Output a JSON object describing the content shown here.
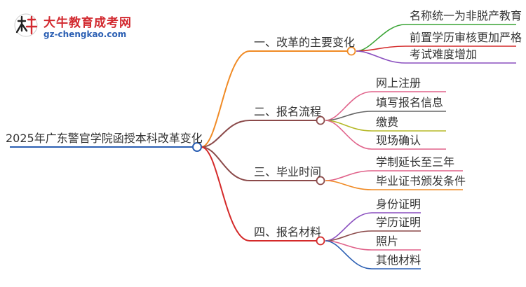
{
  "logo": {
    "title": "大牛教育成考网",
    "url": "gz-chengkao.com"
  },
  "root": {
    "label": "2025年广东警官学院函授本科改革变化"
  },
  "branches": [
    {
      "label": "一、改革的主要变化",
      "color": "#f08a24",
      "children": [
        {
          "label": "名称统一为非脱产教育",
          "color": "#3aa435"
        },
        {
          "label": "前置学历审核更加严格",
          "color": "#d42a2a"
        },
        {
          "label": "考试难度增加",
          "color": "#8a4fbf"
        }
      ]
    },
    {
      "label": "二、报名流程",
      "color": "#8b4a4a",
      "children": [
        {
          "label": "网上注册",
          "color": "#e0628a"
        },
        {
          "label": "填写报名信息",
          "color": "#666666"
        },
        {
          "label": "缴费",
          "color": "#b5b827"
        },
        {
          "label": "现场确认",
          "color": "#e0628a"
        }
      ]
    },
    {
      "label": "三、毕业时间",
      "color": "#8b4a4a",
      "children": [
        {
          "label": "学制延长至三年",
          "color": "#e0628a"
        },
        {
          "label": "毕业证书颁发条件",
          "color": "#f08a24"
        }
      ]
    },
    {
      "label": "四、报名材料",
      "color": "#d42a2a",
      "children": [
        {
          "label": "身份证明",
          "color": "#8a4fbf"
        },
        {
          "label": "学历证明",
          "color": "#8b4a4a"
        },
        {
          "label": "照片",
          "color": "#e0628a"
        },
        {
          "label": "其他材料",
          "color": "#2b5fb3"
        }
      ]
    }
  ],
  "root_color": "#2b5fb3"
}
